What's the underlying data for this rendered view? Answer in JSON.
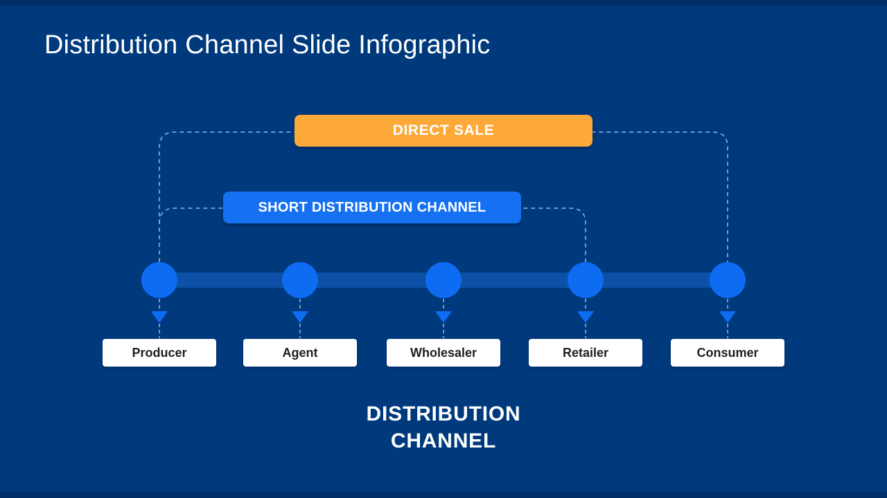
{
  "slide": {
    "title": "Distribution Channel Slide Infographic",
    "footer_line1": "DISTRIBUTION",
    "footer_line2": "CHANNEL"
  },
  "banners": {
    "direct_sale": {
      "label": "DIRECT SALE"
    },
    "short_channel": {
      "label": "SHORT DISTRIBUTION CHANNEL"
    }
  },
  "nodes": [
    {
      "label": "Producer"
    },
    {
      "label": "Agent"
    },
    {
      "label": "Wholesaler"
    },
    {
      "label": "Retailer"
    },
    {
      "label": "Consumer"
    }
  ],
  "icons": {
    "arrow_down": "arrow-down-icon",
    "connectors": "dashed-connector-lines"
  },
  "colors": {
    "background": "#003A7D",
    "edge_strip": "#002E66",
    "accent_orange": "#FCA93A",
    "accent_blue": "#0E6CF3",
    "banner_blue": "#1571F2",
    "timeline_bar": "#0D50A7",
    "dashed_line": "#8FB9F1",
    "label_text": "#1E1E1E",
    "title_text": "#FFFFFF"
  }
}
